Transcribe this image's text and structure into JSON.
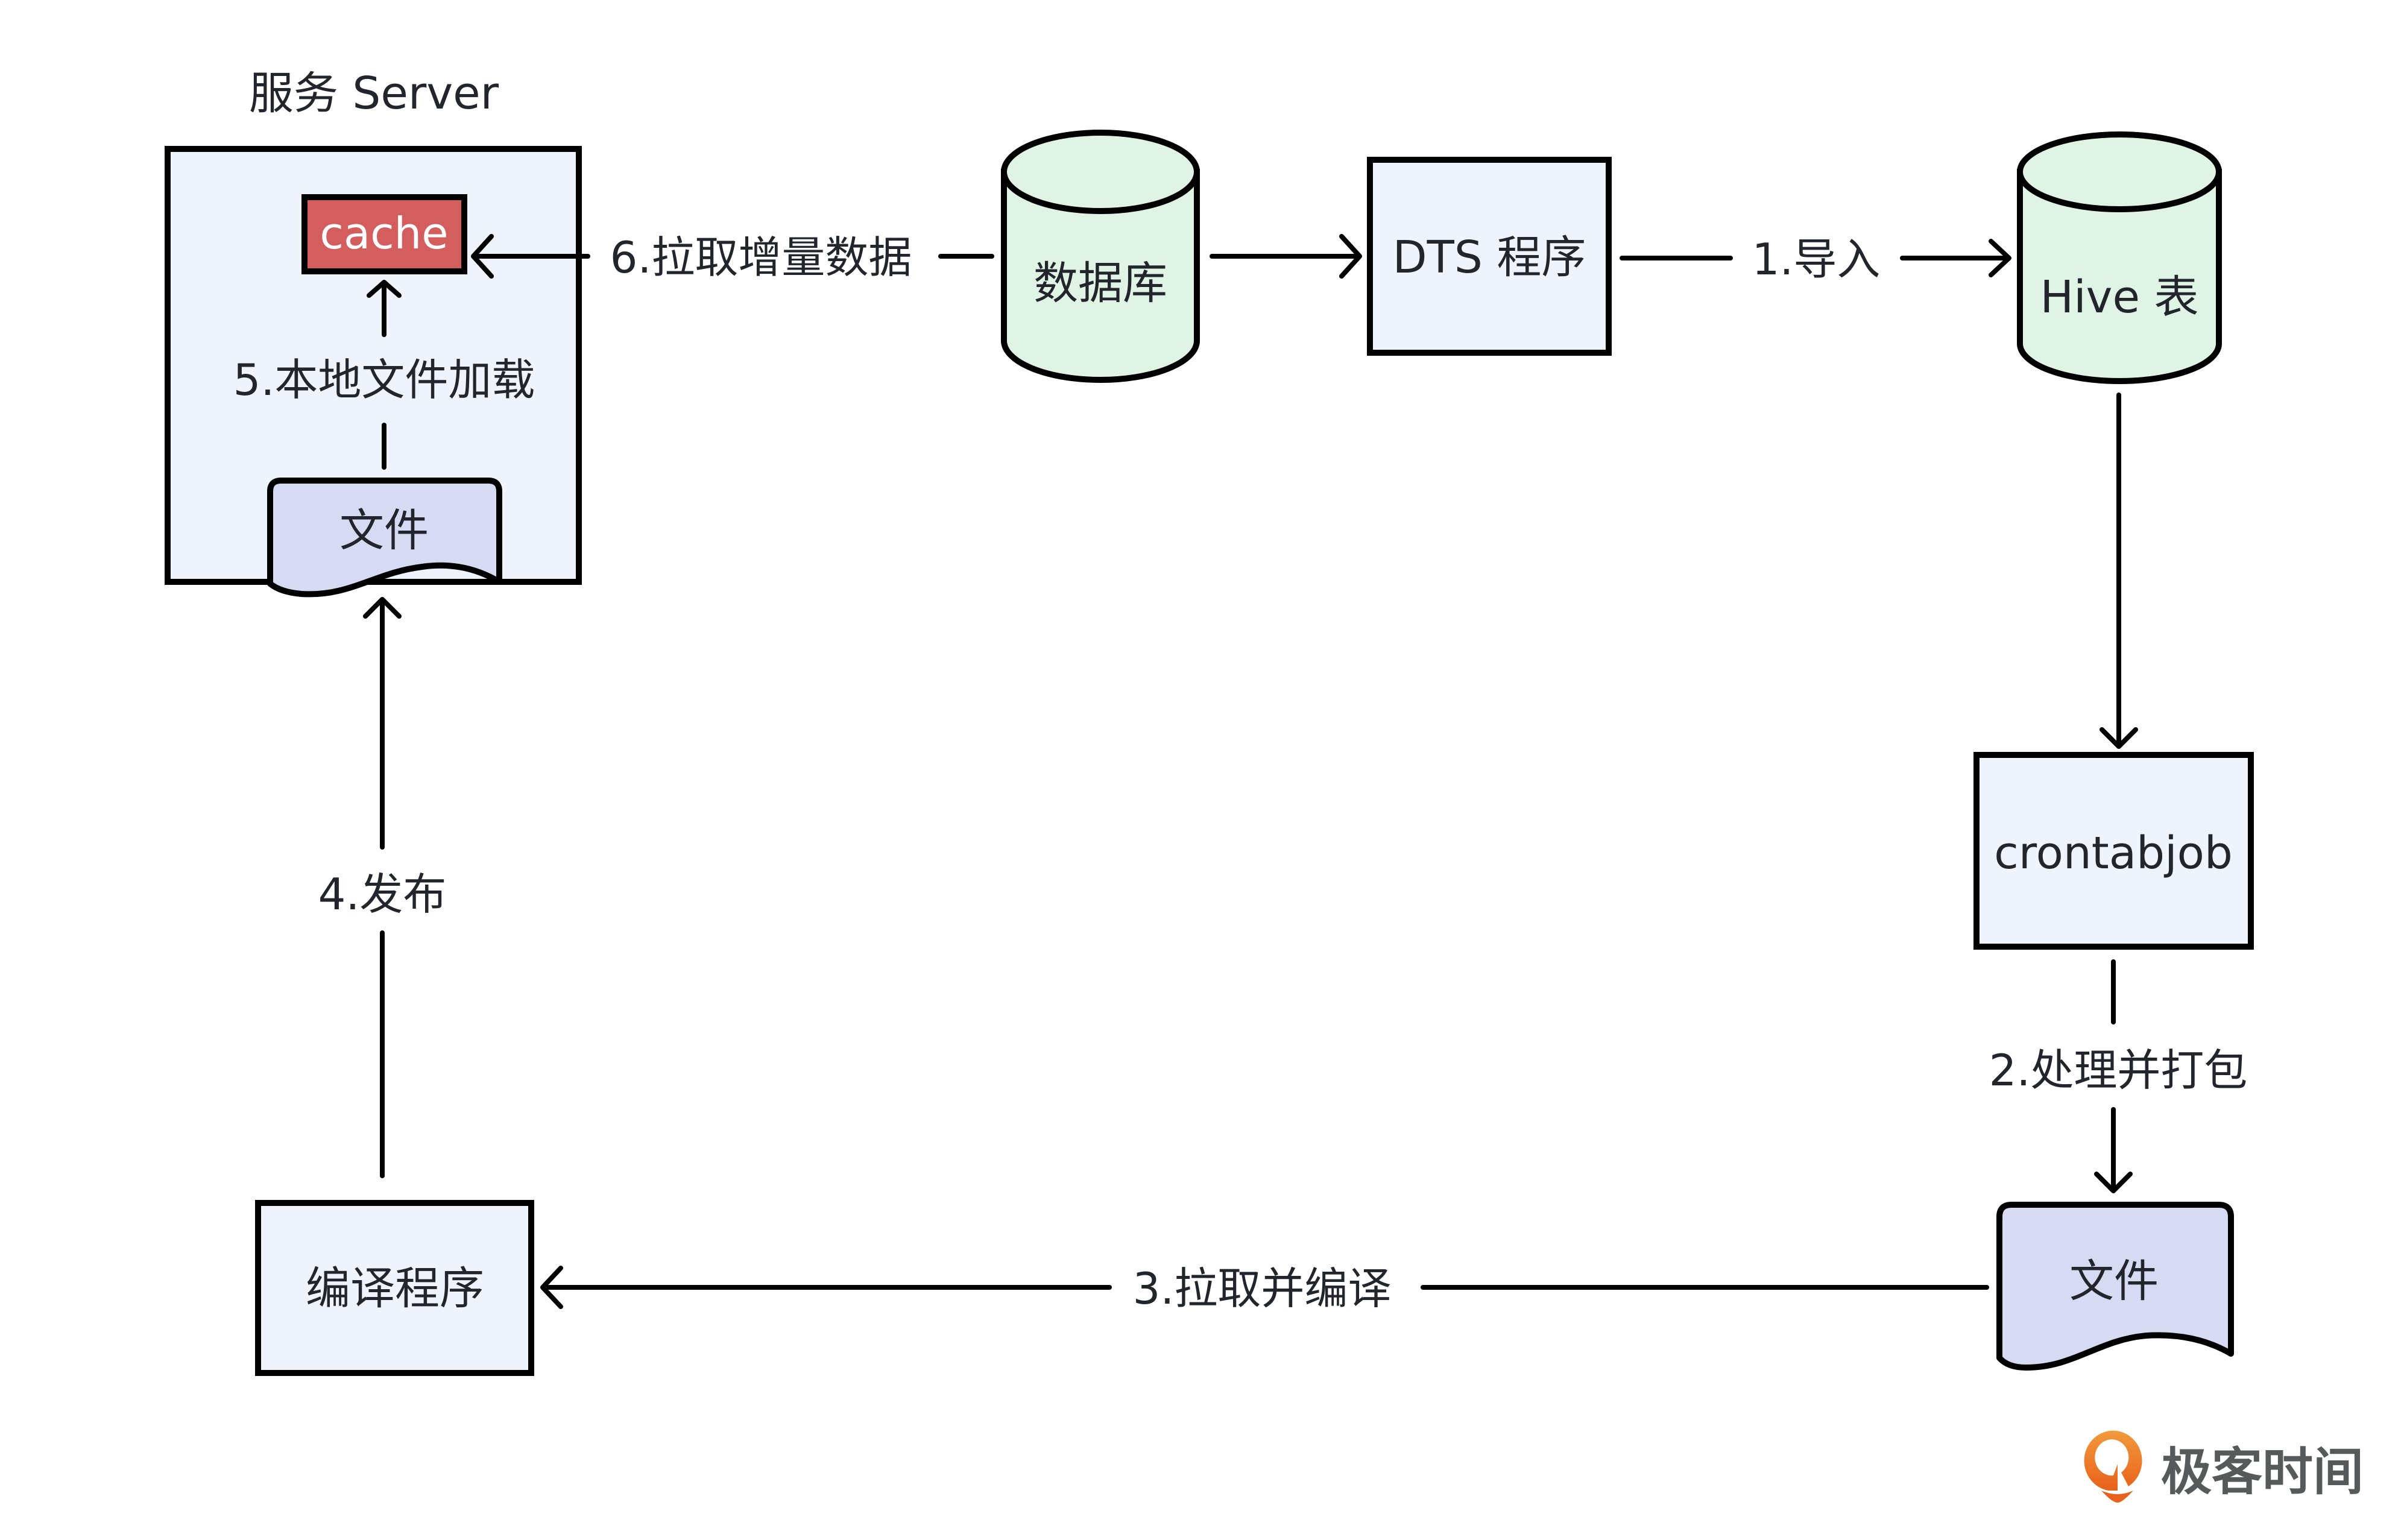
{
  "colors": {
    "box_fill": "#eef3fc",
    "cylinder_fill": "#dff4e5",
    "file_fill": "#d6dbf3",
    "cache_fill": "#d45d5d",
    "cache_text": "#ffffff",
    "text": "#22252b",
    "stroke": "#000000",
    "logo_orange": "#ec6a1a",
    "logo_text": "#58595b"
  },
  "server": {
    "title": "服务 Server",
    "cache_label": "cache",
    "file_label": "文件"
  },
  "nodes": {
    "database": "数据库",
    "dts": "DTS 程序",
    "hive": "Hive 表",
    "crontab": "crontabjob",
    "output_file": "文件",
    "compiler": "编译程序"
  },
  "edges": {
    "step1": "1.导入",
    "step2": "2.处理并打包",
    "step3": "3.拉取并编译",
    "step4": "4.发布",
    "step5": "5.本地文件加载",
    "step6": "6.拉取增量数据"
  },
  "watermark": {
    "brand": "极客时间"
  }
}
